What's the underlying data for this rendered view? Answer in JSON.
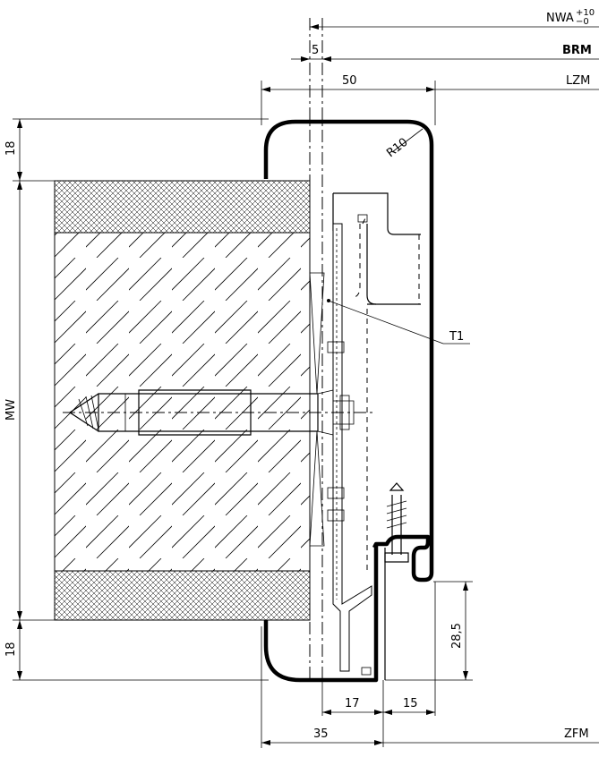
{
  "dimensions": {
    "nwa": "NWA",
    "nwa_tol_upper": "+10",
    "nwa_tol_lower": "−0",
    "five": "5",
    "brm": "BRM",
    "fifty": "50",
    "lzm": "LZM",
    "r10": "R10",
    "t1": "T1",
    "eighteen_top": "18",
    "mw": "MW",
    "eighteen_bottom": "18",
    "twentyeight_five": "28,5",
    "seventeen": "17",
    "fifteen": "15",
    "thirtyfive": "35",
    "zfm": "ZFM"
  }
}
